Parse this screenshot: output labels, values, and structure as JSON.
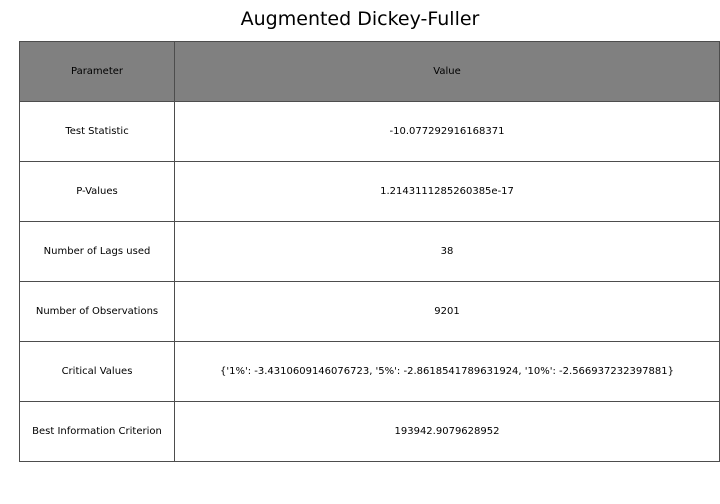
{
  "chart_data": {
    "type": "table",
    "title": "Augmented Dickey-Fuller",
    "columns": [
      "Parameter",
      "Value"
    ],
    "header_color": "#808080",
    "rows": [
      [
        "Test Statistic",
        "-10.077292916168371"
      ],
      [
        "P-Values",
        "1.2143111285260385e-17"
      ],
      [
        "Number of Lags used",
        "38"
      ],
      [
        "Number of Observations",
        "9201"
      ],
      [
        "Critical Values",
        "{'1%': -3.4310609146076723, '5%': -2.8618541789631924, '10%': -2.566937232397881}"
      ],
      [
        "Best Information Criterion",
        "193942.9079628952"
      ]
    ]
  }
}
